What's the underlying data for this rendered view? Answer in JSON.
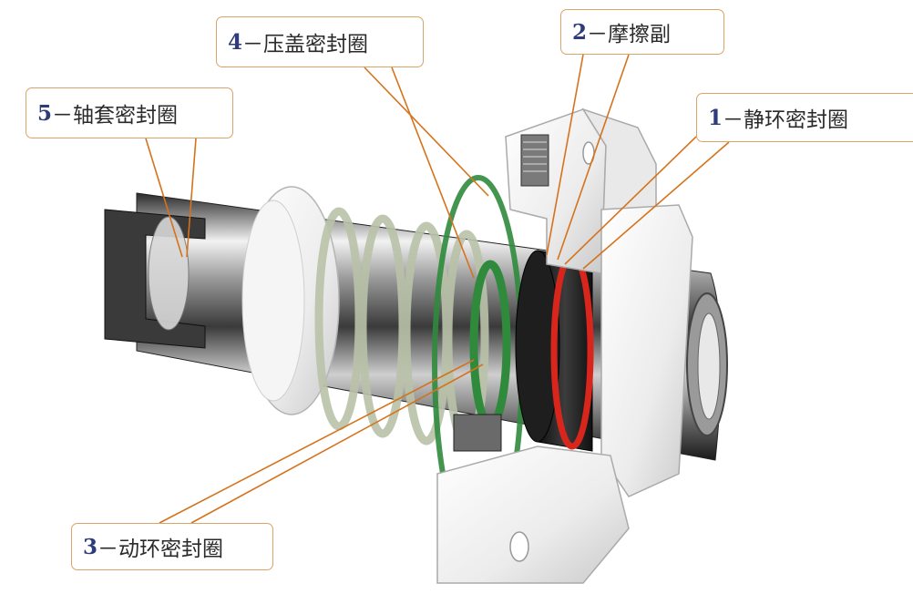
{
  "labels": {
    "l1": {
      "num": "1",
      "sep": "－",
      "text": "静环密封圈"
    },
    "l2": {
      "num": "2",
      "sep": "－",
      "text": "摩擦副"
    },
    "l3": {
      "num": "3",
      "sep": "－",
      "text": "动环密封圈"
    },
    "l4": {
      "num": "4",
      "sep": "－",
      "text": "压盖密封圈"
    },
    "l5": {
      "num": "5",
      "sep": "－",
      "text": "轴套密封圈"
    }
  },
  "colors": {
    "callout_border": "#d9a46a",
    "leader": "#d4731c",
    "label_number": "#2e3c7a",
    "gland_seal": "#2f8a3c",
    "stationary_seal": "#d8261c",
    "friction_pair": "#1e1e1e"
  }
}
